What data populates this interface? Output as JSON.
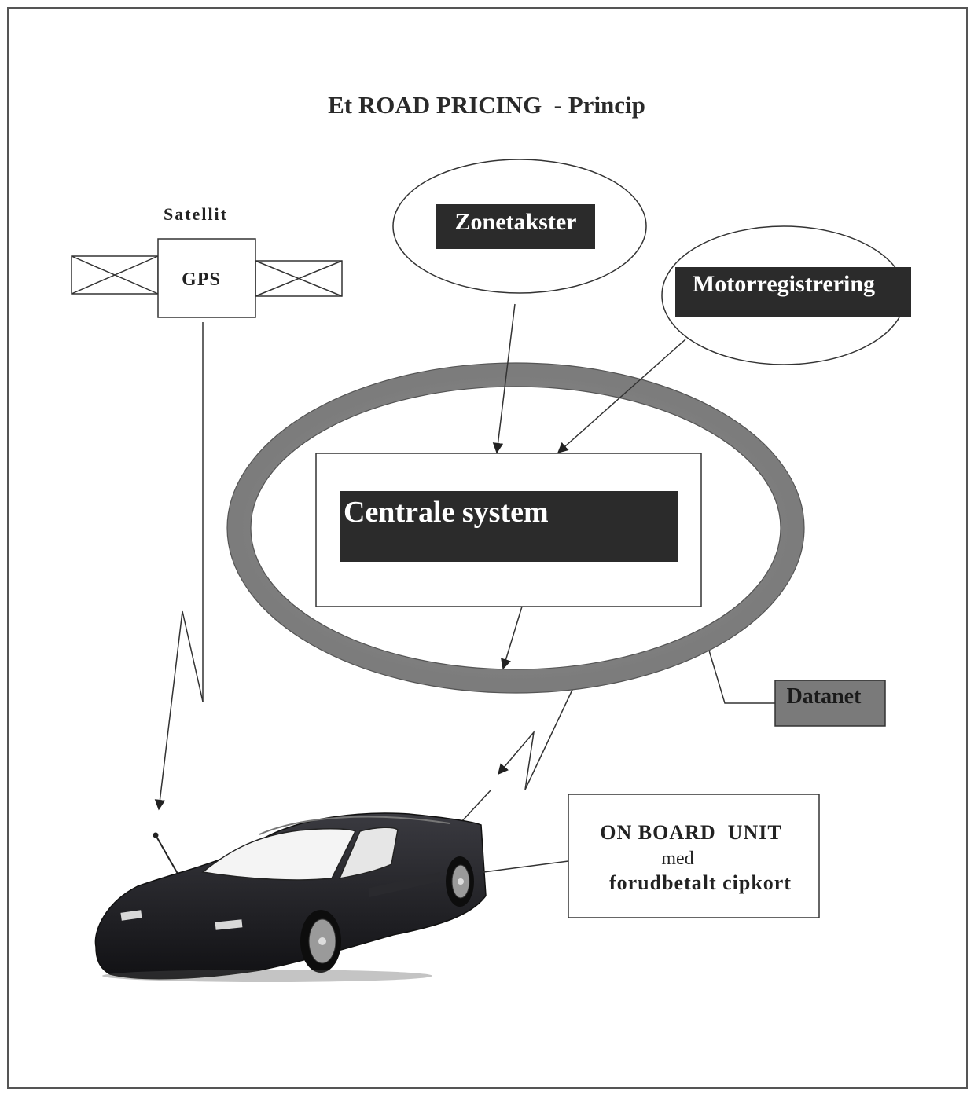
{
  "title": "Et ROAD PRICING  - Princip",
  "satellite": {
    "caption": "Satellit",
    "box_label": "GPS"
  },
  "nodes": {
    "zonetakster": "Zonetakster",
    "motorregistrering": "Motorregistrering",
    "central": "Centrale system",
    "datanet": "Datanet"
  },
  "on_board_unit": {
    "line1": "ON BOARD  UNIT",
    "line2": "med",
    "line3": "forudbetalt cipkort"
  },
  "colors": {
    "background": "#ffffff",
    "frame": "#555555",
    "dark_label_fill": "#2b2b2b",
    "ring": "#8a8a8a",
    "datanet_fill": "#7a7a7a",
    "car_body": "#1e1e22"
  }
}
